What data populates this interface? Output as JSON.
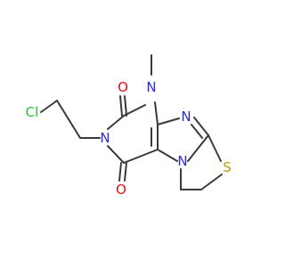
{
  "molecule": {
    "atoms": {
      "cl": "Cl",
      "n_chain": "N",
      "n_methyl": "N",
      "n_imine": "N",
      "n_fused": "N",
      "o_top": "O",
      "o_bottom": "O",
      "s": "S"
    },
    "colors": {
      "carbon": "#3a3a3a",
      "nitrogen": "#2b2bd6",
      "oxygen": "#e01010",
      "sulfur": "#b8a000",
      "chlorine": "#33b833"
    }
  }
}
